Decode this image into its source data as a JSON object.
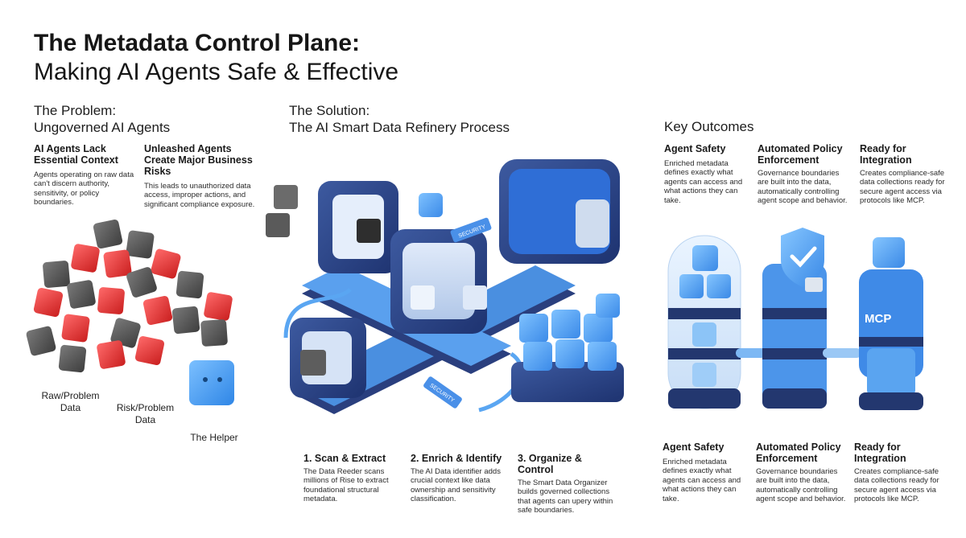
{
  "title": {
    "line1": "The Metadata Control Plane:",
    "line2": "Making AI Agents Safe & Effective"
  },
  "problem": {
    "title_line1": "The Problem:",
    "title_line2": "Ungoverned AI Agents",
    "col1": {
      "heading_line1": "AI Agents Lack",
      "heading_line2": "Essential Context",
      "body": "Agents operating on raw data can't discern authority, sensitivity, or policy boundaries."
    },
    "col2": {
      "heading": "Unleashed Agents Create Major Business Risks",
      "body": "This leads to unauthorized data access, improper actions, and significant compliance exposure."
    },
    "labels": {
      "raw_line1": "Raw/Problem",
      "raw_line2": "Data",
      "risk_line1": "Risk/Problem",
      "risk_line2": "Data",
      "helper": "The Helper"
    }
  },
  "solution": {
    "title_line1": "The Solution:",
    "title_line2": "The AI Smart Data Refinery Process",
    "tags": {
      "tag1": "SECURITY",
      "tag2": "SECURITY"
    },
    "steps": [
      {
        "heading": "1. Scan & Extract",
        "body": "The Data Reeder scans millions of Rise to extract foundational structural metadata."
      },
      {
        "heading": "2. Enrich & Identify",
        "body": "The AI Data identifier adds crucial context like data ownership and sensitivity classification."
      },
      {
        "heading": "3. Organize & Control",
        "body": "The Smart Data Organizer builds governed collections that agents can upery within safe boundaries."
      }
    ]
  },
  "outcomes": {
    "title": "Key Outcomes",
    "mcp_label": "MCP",
    "top": [
      {
        "heading_line1": "Agent Safety",
        "heading_line2": "",
        "body": "Enriched metadata defines exactly what agents can access and what actions they can take."
      },
      {
        "heading_line1": "Automated Policy",
        "heading_line2": "Enforcement",
        "body": "Governance boundaries are built into the data, automatically controlling agent scope and behavior."
      },
      {
        "heading_line1": "Ready for",
        "heading_line2": "Integration",
        "body": "Creates compliance-safe data collections ready for secure agent access via protocols like MCP."
      }
    ],
    "bottom": [
      {
        "heading_line1": "Agent Safety",
        "heading_line2": "",
        "body": "Enriched metadata defines exactly what agents can access and what actions they can take."
      },
      {
        "heading_line1": "Automated Policy",
        "heading_line2": "Enforcement",
        "body": "Governance boundaries are built into the data, automatically controlling agent scope and behavior."
      },
      {
        "heading_line1": "Ready for",
        "heading_line2": "Integration",
        "body": "Creates compliance-safe data collections ready for secure agent access via protocols like MCP."
      }
    ]
  }
}
